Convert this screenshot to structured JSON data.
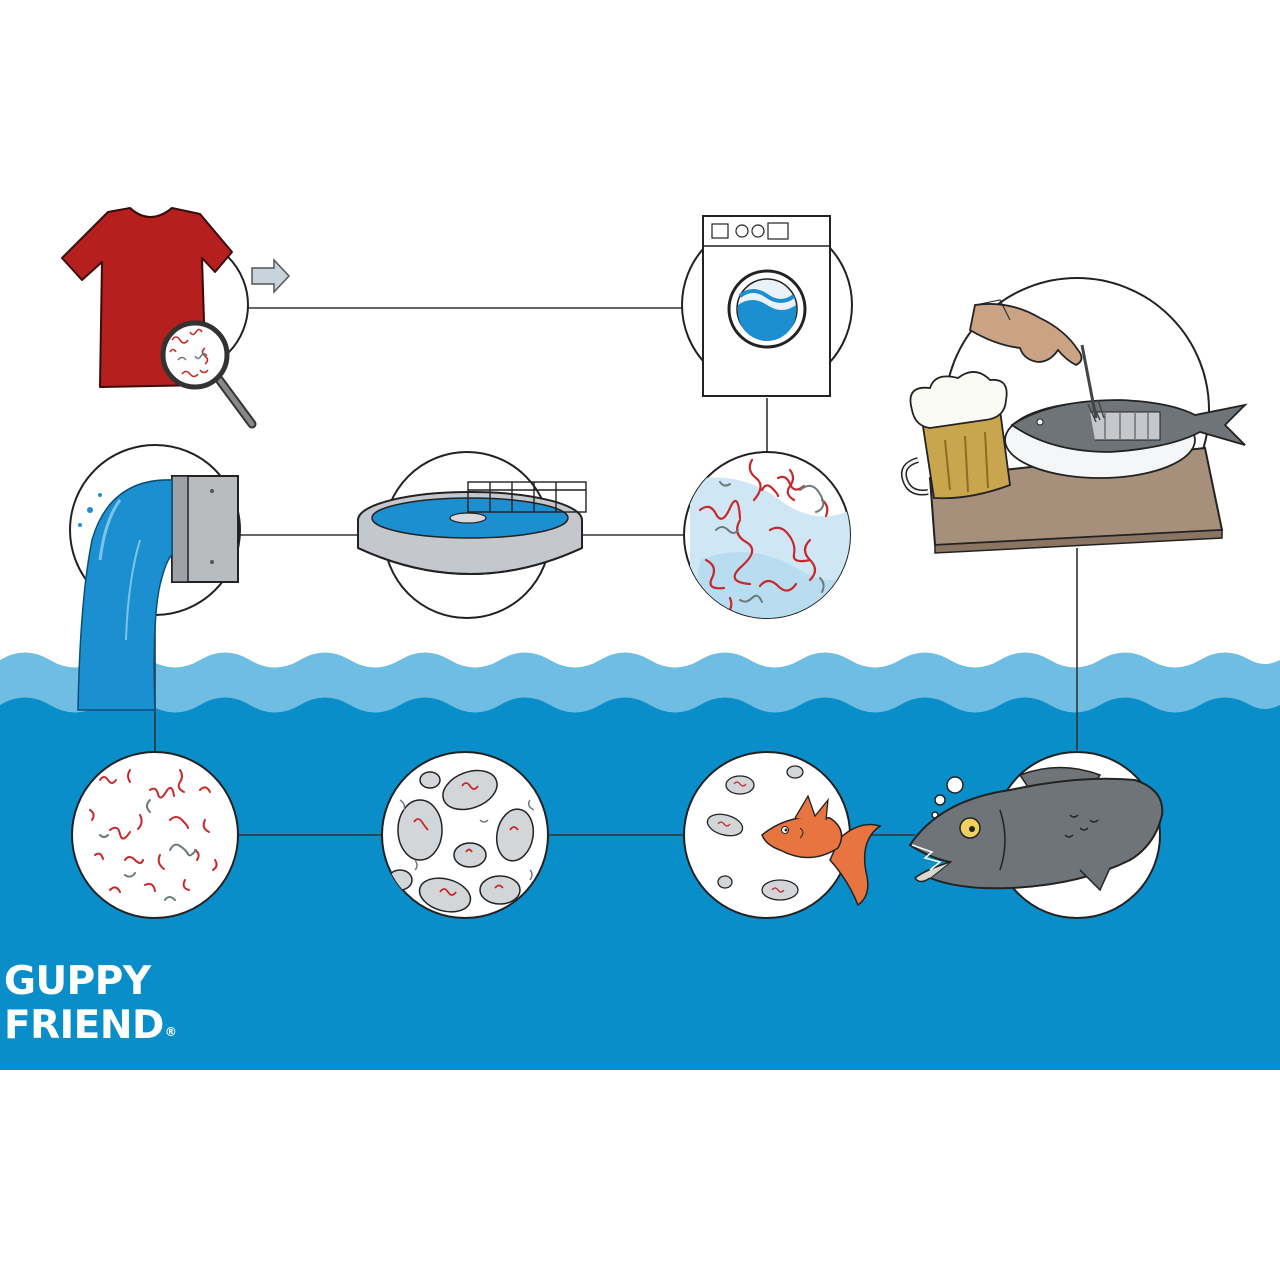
{
  "brand": {
    "line1": "GUPPY",
    "line2": "FRIEND",
    "mark": "®"
  },
  "colors": {
    "sea_deep": "#0a8ec9",
    "sea_light": "#6fbde3",
    "fiber_red": "#c8282a",
    "fiber_grey": "#6c7a7c",
    "shirt_red": "#b5201e",
    "fish_grey": "#6e7478",
    "guppy_orange": "#e8743f",
    "table_brown": "#a68f7b",
    "outline": "#222222"
  },
  "stages": [
    {
      "id": "tshirt",
      "icon": "tshirt-magnifier-icon"
    },
    {
      "id": "washing-machine",
      "icon": "washing-machine-icon"
    },
    {
      "id": "fibers-in-water",
      "icon": "fibers-in-water-icon"
    },
    {
      "id": "treatment-plant",
      "icon": "treatment-plant-icon"
    },
    {
      "id": "outflow-pipe",
      "icon": "outflow-pipe-icon"
    },
    {
      "id": "fibers-in-sea",
      "icon": "fibers-in-sea-icon"
    },
    {
      "id": "plankton",
      "icon": "plankton-icon"
    },
    {
      "id": "small-fish",
      "icon": "small-fish-icon"
    },
    {
      "id": "big-fish",
      "icon": "big-fish-icon"
    },
    {
      "id": "fish-dinner",
      "icon": "fish-dinner-icon"
    }
  ]
}
